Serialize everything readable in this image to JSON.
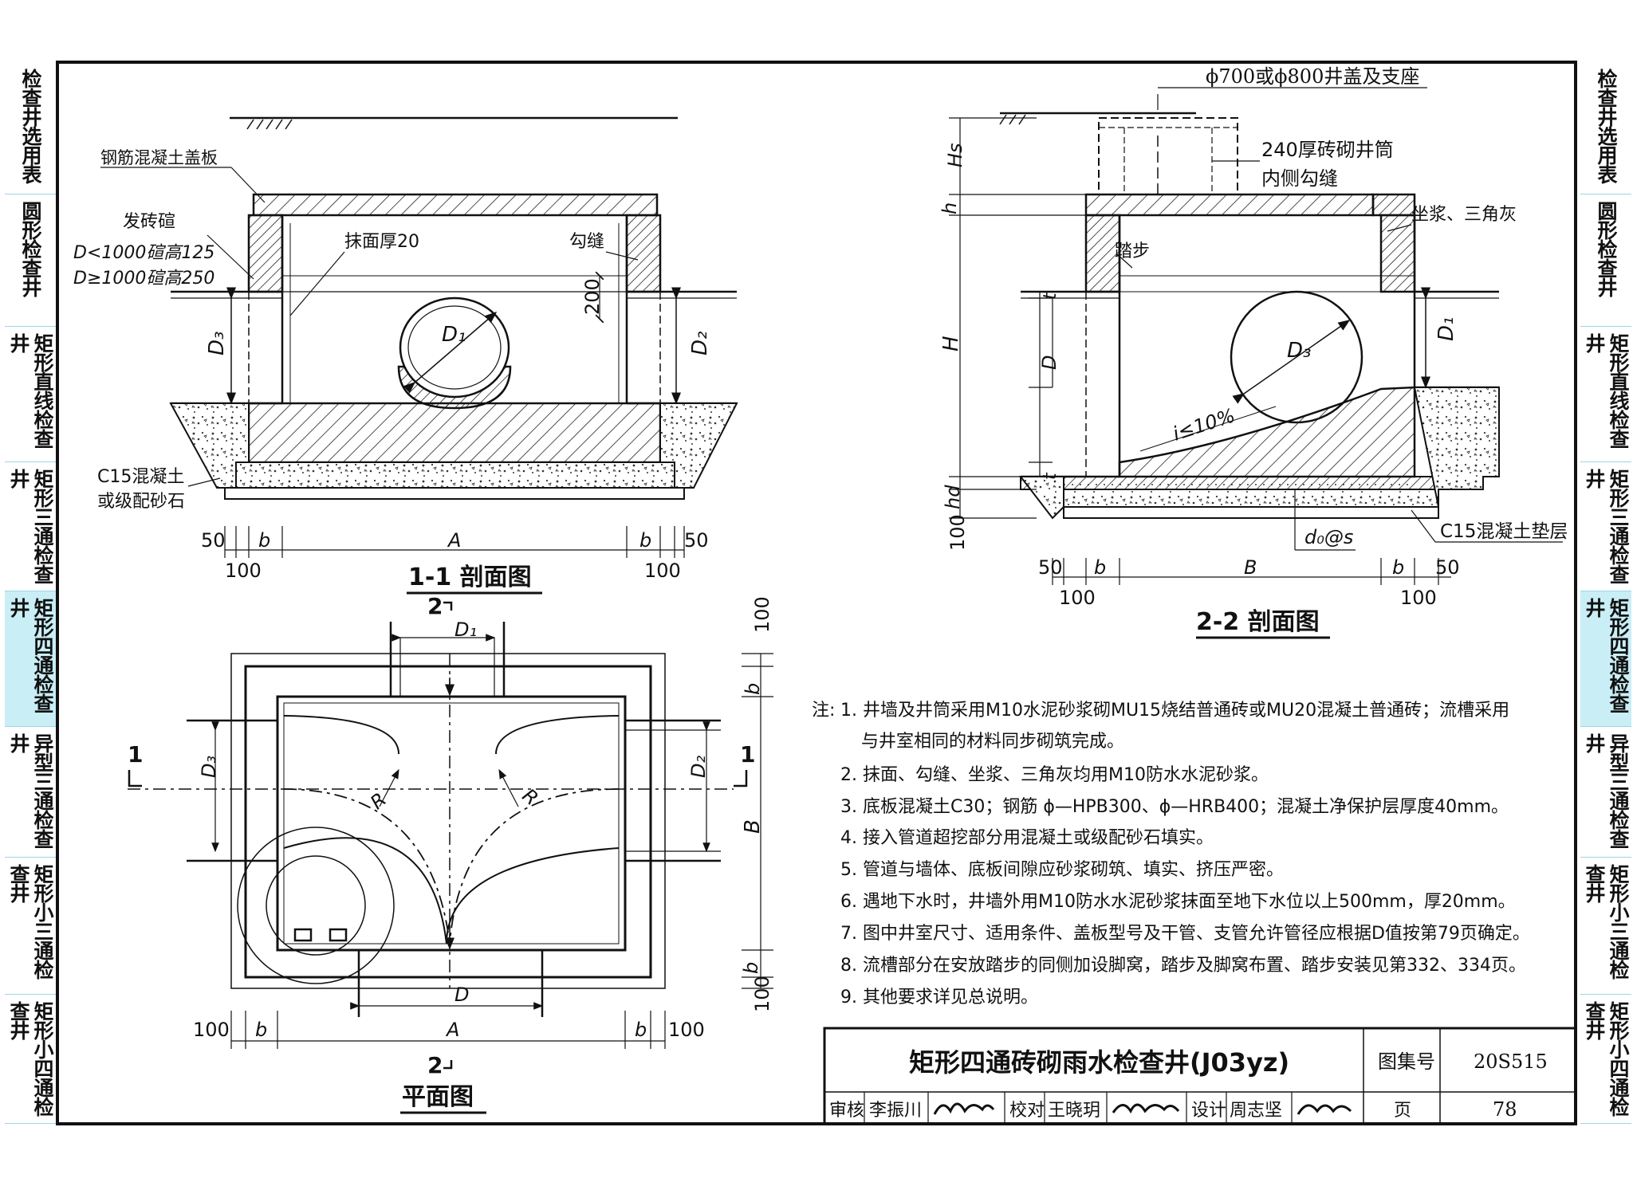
{
  "side_tabs": {
    "left": [
      "检查井选用表",
      "圆形检查井",
      "矩形直线检查井",
      "矩形三通检查井",
      "矩形四通检查井",
      "异型三通检查井",
      "矩形小三通检查井",
      "矩形小四通检查井"
    ],
    "right": [
      "检查井选用表",
      "圆形检查井",
      "矩形直线检查井",
      "矩形三通检查井",
      "矩形四通检查井",
      "异型三通检查井",
      "矩形小三通检查井",
      "矩形小四通检查井"
    ],
    "active_index": 4
  },
  "section11": {
    "title": "1-1 剖面图",
    "labels": {
      "slab": "钢筋混凝土盖板",
      "brick_ledge": "发砖碹",
      "ledge_small": "D<1000碹高125",
      "ledge_large": "D≥1000碹高250",
      "plaster": "抹面厚20",
      "joint": "勾缝",
      "h200": "200",
      "d1": "D₁",
      "d2": "D₂",
      "d3": "D₃",
      "base": "C15混凝土",
      "base2": "或级配砂石"
    },
    "dims": {
      "d50": "50",
      "b": "b",
      "a": "A",
      "d100": "100"
    }
  },
  "section22": {
    "title": "2-2 剖面图",
    "labels": {
      "cover": "ϕ700或ϕ800井盖及支座",
      "shaft1": "240厚砖砌井筒",
      "shaft2": "内侧勾缝",
      "mortar": "坐浆、三角灰",
      "step": "踏步",
      "slope": "i≤10%",
      "d3": "D₃",
      "d1": "D₁",
      "rebar": "d₀@s",
      "base": "C15混凝土垫层"
    },
    "dims": {
      "hs": "Hs",
      "h": "h",
      "t": "t",
      "H": "H",
      "D": "D",
      "hd": "hd",
      "d100": "100",
      "d50": "50",
      "b": "b",
      "B": "B"
    }
  },
  "plan": {
    "title": "平面图",
    "labels": {
      "cut2_top": "2",
      "cut2_bot": "2",
      "cut1_left": "1",
      "cut1_right": "1",
      "d1": "D₁",
      "d2": "D₂",
      "d3": "D₃",
      "d": "D",
      "r": "R",
      "a": "A",
      "b": "b",
      "B": "B",
      "d100": "100"
    }
  },
  "notes": {
    "prefix": "注:",
    "items": [
      "1. 井墙及井筒采用M10水泥砂浆砌MU15烧结普通砖或MU20混凝土普通砖；流槽采用",
      "与井室相同的材料同步砌筑完成。",
      "2. 抹面、勾缝、坐浆、三角灰均用M10防水水泥砂浆。",
      "3. 底板混凝土C30；钢筋 ϕ—HPB300、ϕ—HRB400；混凝土净保护层厚度40mm。",
      "4. 接入管道超挖部分用混凝土或级配砂石填实。",
      "5. 管道与墙体、底板间隙应砂浆砌筑、填实、挤压严密。",
      "6. 遇地下水时，井墙外用M10防水水泥砂浆抹面至地下水位以上500mm，厚20mm。",
      "7. 图中井室尺寸、适用条件、盖板型号及干管、支管允许管径应根据D值按第79页确定。",
      "8. 流槽部分在安放踏步的同侧加设脚窝，踏步及脚窝布置、踏步安装见第332、334页。",
      "9. 其他要求详见总说明。"
    ]
  },
  "title_block": {
    "title": "矩形四通砖砌雨水检查井(J03yz)",
    "atlas_label": "图集号",
    "atlas_no": "20S515",
    "review_label": "审核",
    "reviewer": "李振川",
    "check_label": "校对",
    "checker": "王晓玥",
    "design_label": "设计",
    "designer": "周志坚",
    "page_label": "页",
    "page_no": "78"
  }
}
